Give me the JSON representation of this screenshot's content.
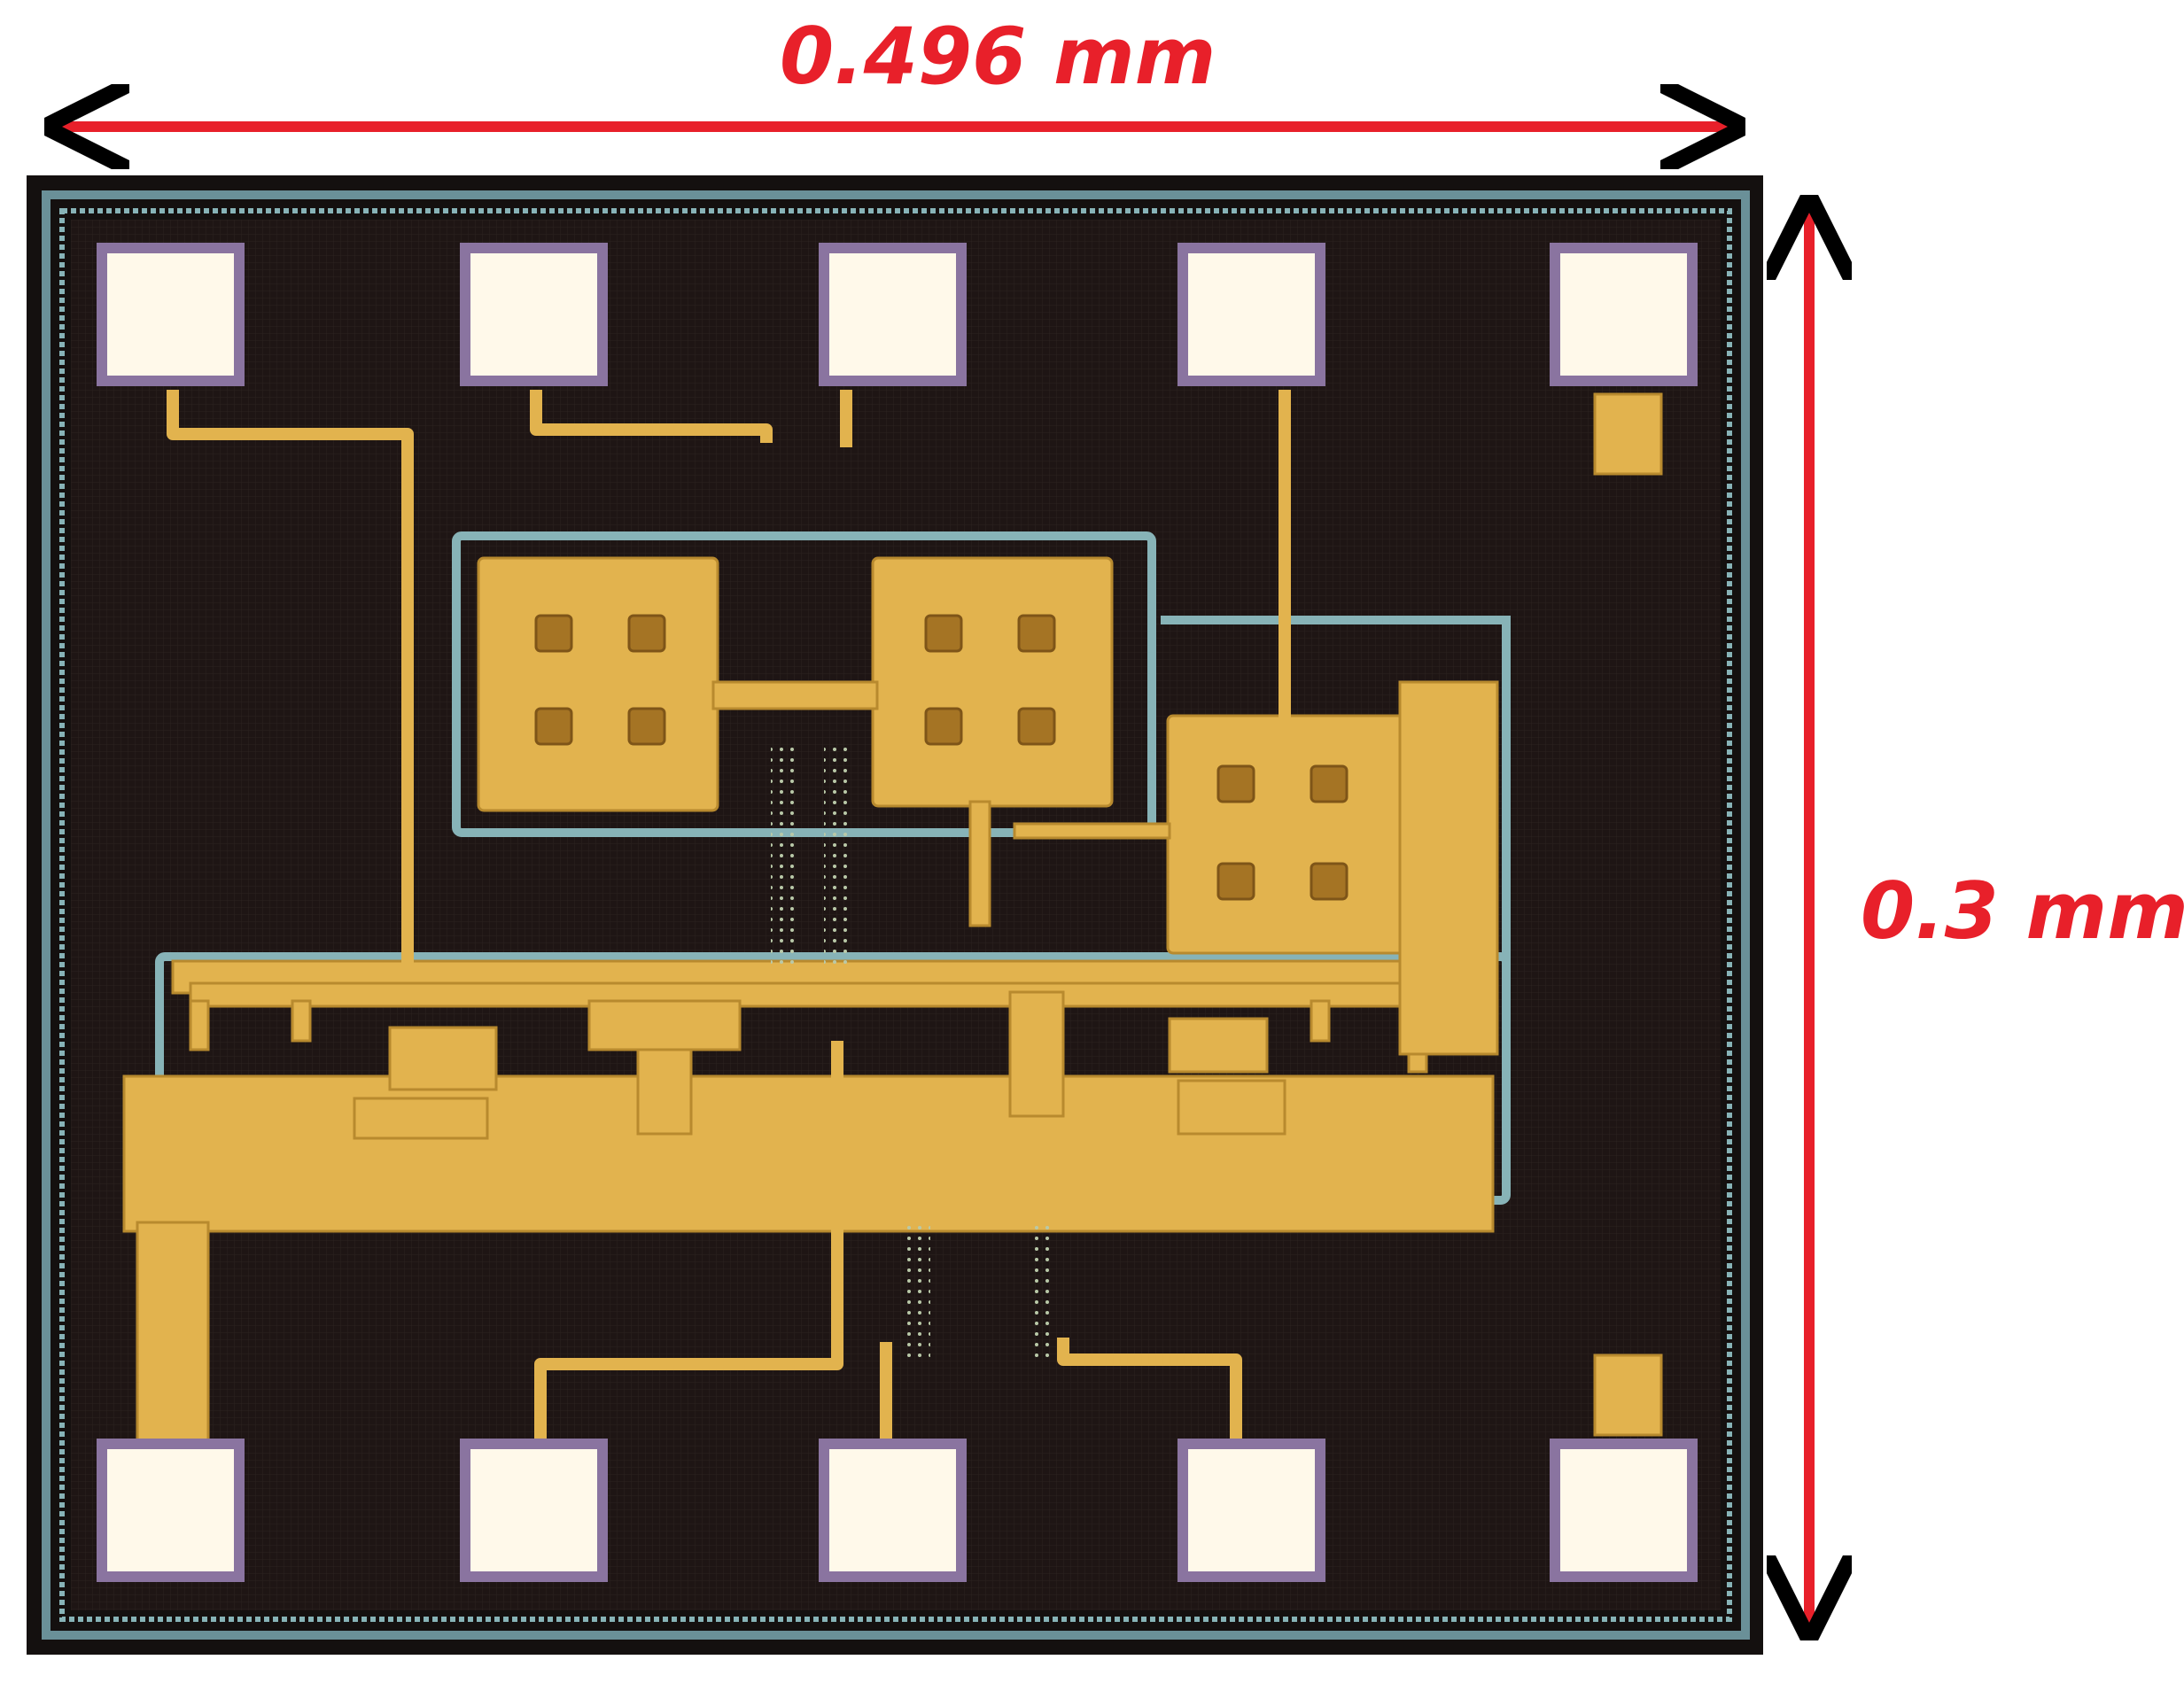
{
  "image": {
    "subject": "chip-die-photo",
    "dimensions": {
      "width_label": "0.496 mm",
      "height_label": "0.3 mm"
    },
    "colors": {
      "annotation": "#e8202a",
      "die_background": "#1e1514",
      "die_border": "#6a9098",
      "metal_gold": "#e2b34e",
      "metal_gold_light": "#f2d27a",
      "bond_pad": "#fff9ea",
      "pad_ring": "#8a74a0",
      "passivation_cyan": "#87b3b7"
    },
    "bond_pads": {
      "top_count": 5,
      "bottom_count": 5
    },
    "capacitors": {
      "count": 3,
      "vias_each": 4
    }
  }
}
